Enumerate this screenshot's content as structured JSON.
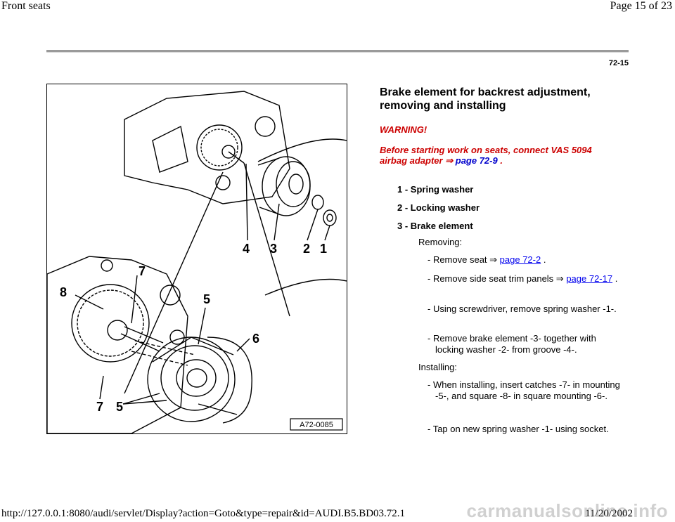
{
  "header": {
    "doc_title": "Front seats",
    "page_of": "Page 15 of 23"
  },
  "page_number": "72-15",
  "figure": {
    "callouts": [
      "4",
      "3",
      "2",
      "1",
      "7",
      "8",
      "5",
      "6",
      "7",
      "5"
    ],
    "code": "A72-0085"
  },
  "section": {
    "title": "Brake element for backrest adjustment, removing and installing",
    "warning_label": "WARNING!",
    "warning_text": "Before starting work on seats, connect VAS 5094 airbag adapter",
    "warning_arrow": "⇒",
    "warning_link": "page 72-9",
    "warning_tail": " ."
  },
  "items": [
    "1 - Spring washer",
    "2 - Locking washer",
    "3 - Brake element"
  ],
  "removing": {
    "label": "Removing:",
    "step1_pre": "- Remove seat ⇒ ",
    "step1_link": "page 72-2",
    "step1_post": " .",
    "step2_pre": "- Remove side seat trim panels ⇒ ",
    "step2_link": "page 72-17",
    "step2_post": " .",
    "step3": "- Using screwdriver, remove spring washer -1-.",
    "step4": "- Remove brake element -3- together with locking washer -2- from groove -4-."
  },
  "installing": {
    "label": "Installing:",
    "step1": "- When installing, insert catches -7- in mounting -5-, and square -8- in square mounting -6-.",
    "step2": "- Tap on new spring washer -1- using socket."
  },
  "footer": {
    "url": "http://127.0.0.1:8080/audi/servlet/Display?action=Goto&type=repair&id=AUDI.B5.BD03.72.1",
    "date": "11/20/2002",
    "watermark": "carmanualsonline.info"
  }
}
